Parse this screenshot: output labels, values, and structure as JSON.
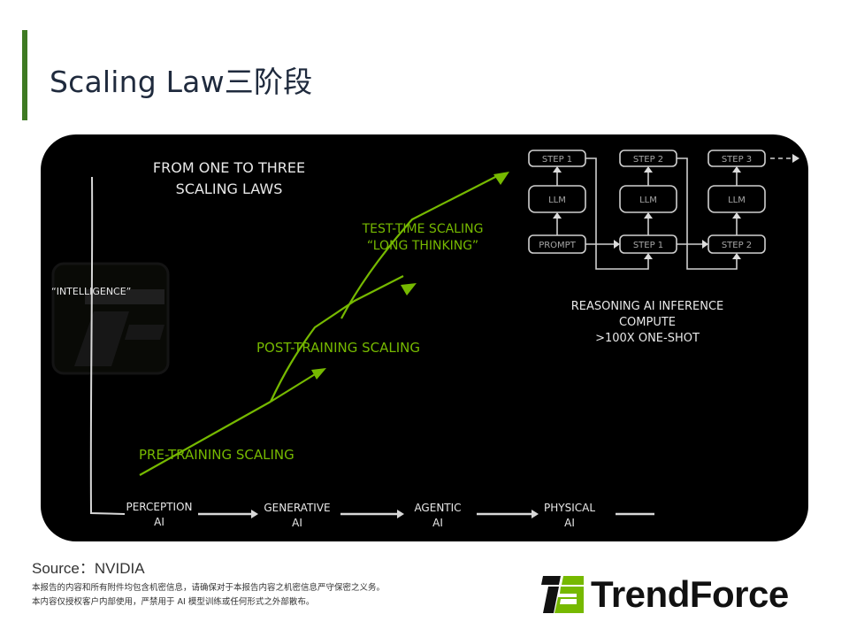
{
  "page": {
    "title": "Scaling Law三阶段",
    "accent_color": "#3e7a22"
  },
  "figure": {
    "heading_line1": "FROM ONE TO THREE",
    "heading_line2": "SCALING LAWS",
    "y_axis_label": "“INTELLIGENCE”",
    "curves": [
      {
        "label": "PRE-TRAINING SCALING"
      },
      {
        "label": "POST-TRAINING SCALING"
      },
      {
        "label_line1": "TEST-TIME SCALING",
        "label_line2": "“LONG THINKING”"
      }
    ],
    "x_axis_stages": [
      {
        "line1": "PERCEPTION",
        "line2": "AI"
      },
      {
        "line1": "GENERATIVE",
        "line2": "AI"
      },
      {
        "line1": "AGENTIC",
        "line2": "AI"
      },
      {
        "line1": "PHYSICAL",
        "line2": "AI"
      }
    ],
    "reasoning_flow": {
      "columns": [
        {
          "output": "STEP 1",
          "model": "LLM",
          "input": "PROMPT"
        },
        {
          "output": "STEP 2",
          "model": "LLM",
          "input": "STEP 1"
        },
        {
          "output": "STEP 3",
          "model": "LLM",
          "input": "STEP 2"
        }
      ],
      "caption_line1": "REASONING AI INFERENCE",
      "caption_line2": "COMPUTE",
      "caption_line3": ">100X ONE-SHOT"
    },
    "green_color": "#76b900"
  },
  "footer": {
    "source": "Source：NVIDIA",
    "disclaimer_line1": "本报告的内容和所有附件均包含机密信息，请确保对于本报告内容之机密信息严守保密之义务。",
    "disclaimer_line2": "本内容仅授权客户内部使用，严禁用于 AI 模型训练或任何形式之外部散布。",
    "brand": "TrendForce"
  }
}
